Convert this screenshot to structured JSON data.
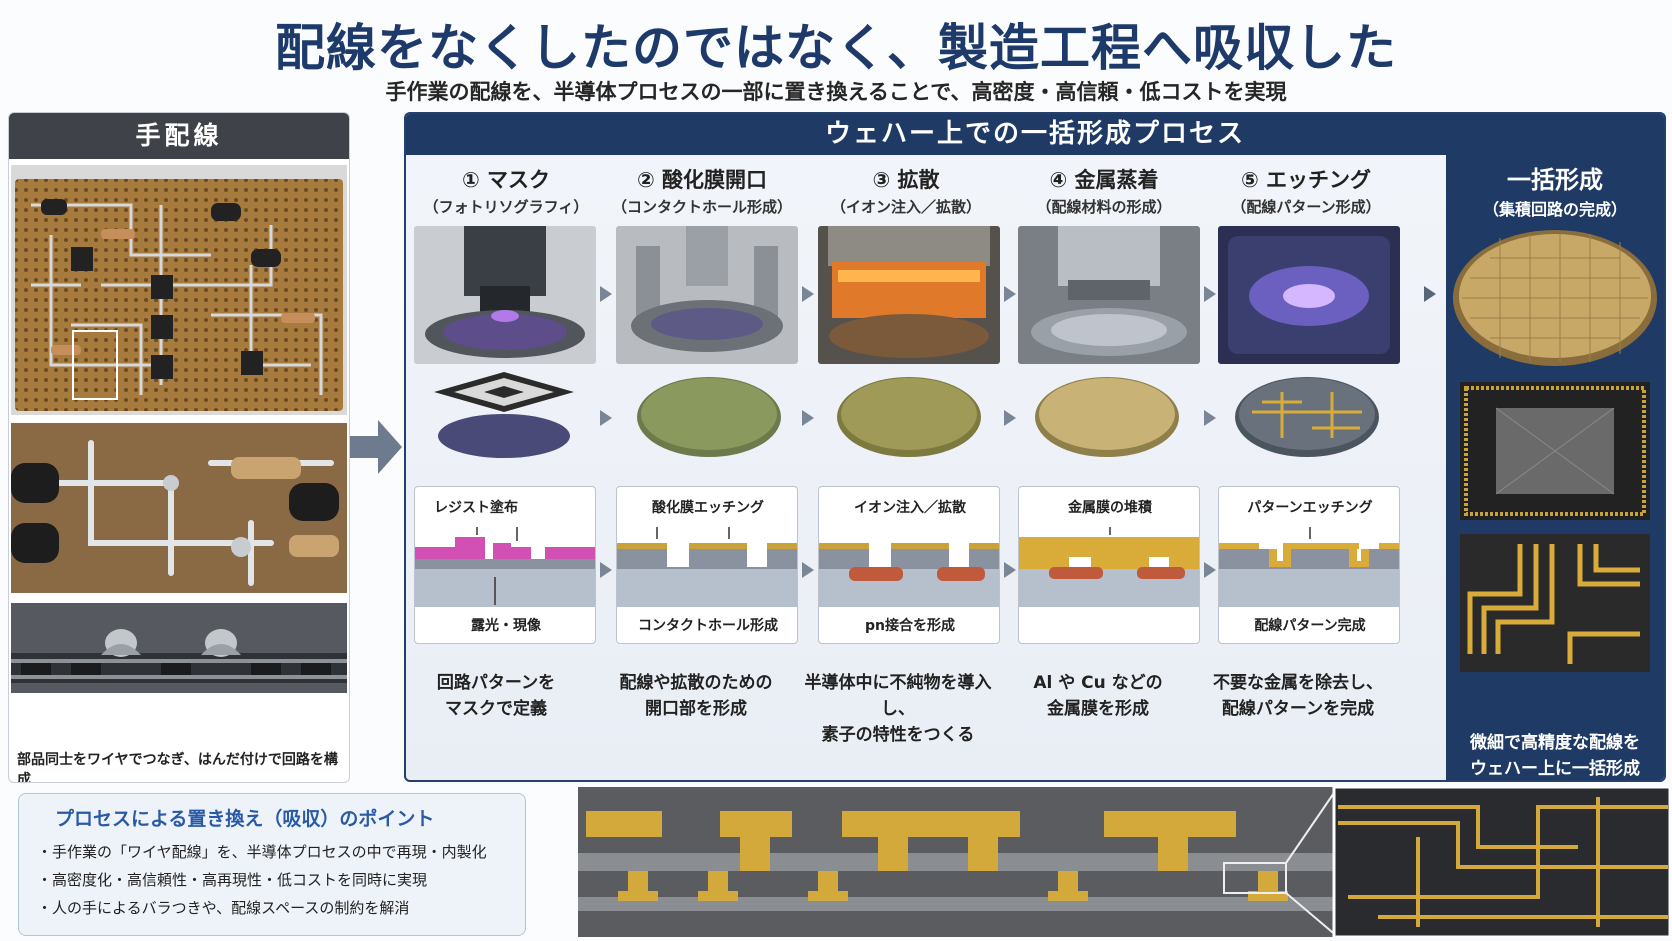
{
  "header": {
    "title": "配線をなくしたのではなく、製造工程へ吸収した",
    "subtitle": "手作業の配線を、半導体プロセスの一部に置き換えることで、高密度・高信頼・低コストを実現"
  },
  "left_panel": {
    "title": "手配線",
    "caption": "部品同士をワイヤでつなぎ、はんだ付けで回路を構成"
  },
  "main_panel": {
    "title": "ウェハー上での一括形成プロセス",
    "steps": [
      {
        "title": "① マスク",
        "subtitle": "（フォトリソグラフィ）",
        "xsec_top": "レジスト塗布",
        "xsec_bottom": "露光・現像",
        "desc1": "回路パターンを",
        "desc2": "マスクで定義"
      },
      {
        "title": "② 酸化膜開口",
        "subtitle": "（コンタクトホール形成）",
        "xsec_top": "酸化膜エッチング",
        "xsec_bottom": "コンタクトホール形成",
        "desc1": "配線や拡散のための",
        "desc2": "開口部を形成"
      },
      {
        "title": "③ 拡散",
        "subtitle": "（イオン注入／拡散）",
        "xsec_top": "イオン注入／拡散",
        "xsec_bottom": "pn接合を形成",
        "desc1": "半導体中に不純物を導入し、",
        "desc2": "素子の特性をつくる"
      },
      {
        "title": "④ 金属蒸着",
        "subtitle": "（配線材料の形成）",
        "xsec_top": "金属膜の堆積",
        "xsec_bottom": "",
        "desc1": "Al や Cu などの",
        "desc2": "金属膜を形成"
      },
      {
        "title": "⑤ エッチング",
        "subtitle": "（配線パターン形成）",
        "xsec_top": "パターンエッチング",
        "xsec_bottom": "配線パターン完成",
        "desc1": "不要な金属を除去し、",
        "desc2": "配線パターンを完成"
      }
    ],
    "final": {
      "title": "一括形成",
      "subtitle": "（集積回路の完成）",
      "desc1": "微細で高精度な配線を",
      "desc2": "ウェハー上に一括形成"
    }
  },
  "points": {
    "title": "プロセスによる置き換え（吸収）のポイント",
    "items": [
      "手作業の「ワイヤ配線」を、半導体プロセスの中で再現・内製化",
      "高密度化・高信頼性・高再現性・低コストを同時に実現",
      "人の手によるバラつきや、配線スペースの制約を解消"
    ]
  },
  "colors": {
    "navy": "#1f3a64",
    "resist": "#d24fb3",
    "gold": "#c9a33a",
    "oxide": "#aeb7c4",
    "diffusion": "#c05a3c"
  }
}
